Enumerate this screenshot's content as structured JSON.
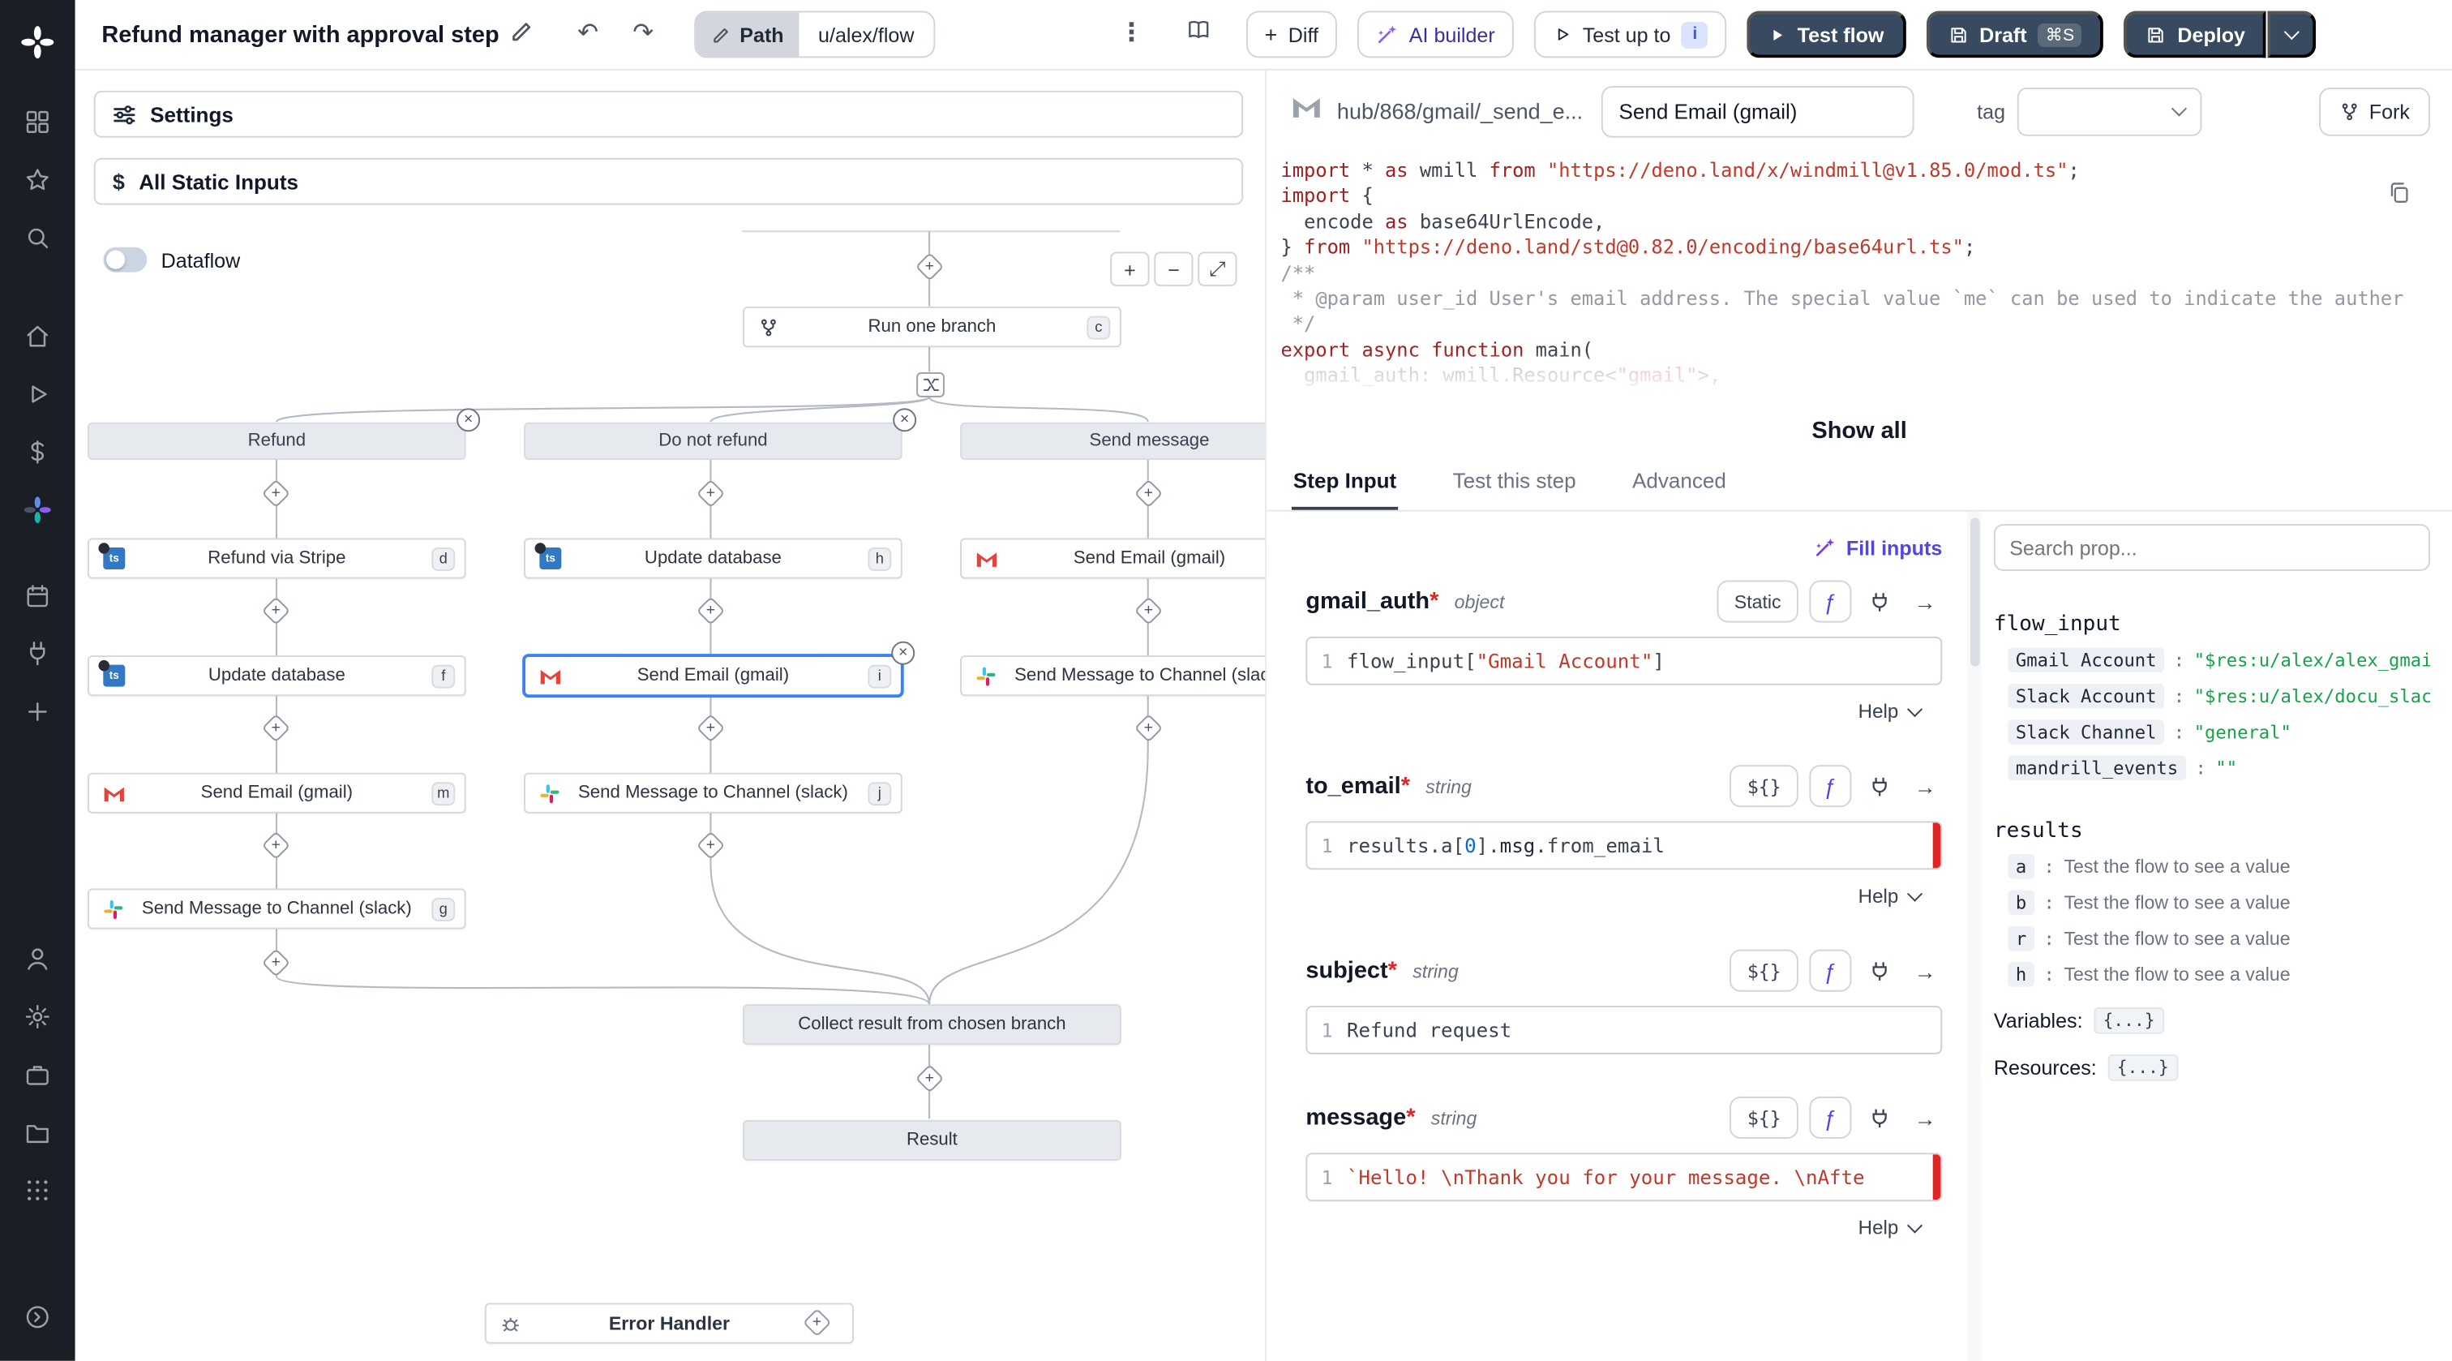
{
  "glyphs": {
    "undo": "↶",
    "redo": "↷",
    "kebab": "⋮",
    "close": "×",
    "plus": "+",
    "minus": "−",
    "expand": "⤢",
    "dollar": "$",
    "fn": "ƒ",
    "arrow": "→"
  },
  "topbar": {
    "title": "Refund manager with approval step",
    "path_label": "Path",
    "path_value": "u/alex/flow",
    "diff_label": "Diff",
    "ai_builder_label": "AI builder",
    "test_up_to_label": "Test up to",
    "test_up_to_badge": "i",
    "test_flow_label": "Test flow",
    "draft_label": "Draft",
    "draft_shortcut": "⌘S",
    "deploy_label": "Deploy"
  },
  "flow": {
    "settings_label": "Settings",
    "static_inputs_label": "All Static Inputs",
    "dataflow_label": "Dataflow",
    "branches": [
      {
        "label": "Refund"
      },
      {
        "label": "Do not refund"
      },
      {
        "label": "Send message"
      }
    ],
    "nodes": {
      "run_one": {
        "label": "Run one branch",
        "badge": "c"
      },
      "refund_stripe": {
        "label": "Refund via Stripe",
        "badge": "d"
      },
      "update_db_h": {
        "label": "Update database",
        "badge": "h"
      },
      "send_email_top": {
        "label": "Send Email (gmail)",
        "badge": ""
      },
      "update_db_f": {
        "label": "Update database",
        "badge": "f"
      },
      "send_email_i": {
        "label": "Send Email (gmail)",
        "badge": "i"
      },
      "send_slack_top": {
        "label": "Send Message to Channel (slack)",
        "badge": ""
      },
      "send_email_m": {
        "label": "Send Email (gmail)",
        "badge": "m"
      },
      "send_slack_j": {
        "label": "Send Message to Channel (slack)",
        "badge": "j"
      },
      "send_slack_g": {
        "label": "Send Message to Channel (slack)",
        "badge": "g"
      },
      "collect": {
        "label": "Collect result from chosen branch"
      },
      "result": {
        "label": "Result"
      },
      "error_handler": {
        "label": "Error Handler"
      }
    }
  },
  "editor": {
    "script_path": "hub/868/gmail/_send_e...",
    "summary_value": "Send Email (gmail)",
    "tag_label": "tag",
    "fork_label": "Fork",
    "show_all_label": "Show all",
    "code_lines": [
      [
        [
          "kw",
          "import"
        ],
        [
          "pn",
          " * "
        ],
        [
          "kw",
          "as"
        ],
        [
          "pn",
          " "
        ],
        [
          "id",
          "wmill"
        ],
        [
          "pn",
          " "
        ],
        [
          "kw",
          "from"
        ],
        [
          "pn",
          " "
        ],
        [
          "str",
          "\"https://deno.land/x/windmill@v1.85.0/mod.ts\""
        ],
        [
          "pn",
          ";"
        ]
      ],
      [
        [
          "kw",
          "import"
        ],
        [
          "pn",
          " {"
        ]
      ],
      [
        [
          "pn",
          "  "
        ],
        [
          "id",
          "encode"
        ],
        [
          "pn",
          " "
        ],
        [
          "kw",
          "as"
        ],
        [
          "pn",
          " "
        ],
        [
          "id",
          "base64UrlEncode"
        ],
        [
          "pn",
          ","
        ]
      ],
      [
        [
          "pn",
          "} "
        ],
        [
          "kw",
          "from"
        ],
        [
          "pn",
          " "
        ],
        [
          "str",
          "\"https://deno.land/std@0.82.0/encoding/base64url.ts\""
        ],
        [
          "pn",
          ";"
        ]
      ],
      [
        [
          "pn",
          ""
        ]
      ],
      [
        [
          "cm",
          "/**"
        ]
      ],
      [
        [
          "cm",
          " * @param user_id User's email address. The special value `me` can be used to indicate the auther"
        ]
      ],
      [
        [
          "cm",
          " */"
        ]
      ],
      [
        [
          "kw",
          "export"
        ],
        [
          "pn",
          " "
        ],
        [
          "kw",
          "async"
        ],
        [
          "pn",
          " "
        ],
        [
          "kw",
          "function"
        ],
        [
          "pn",
          " "
        ],
        [
          "id",
          "main"
        ],
        [
          "pn",
          "("
        ]
      ],
      [
        [
          "pn",
          "  "
        ],
        [
          "id",
          "gmail_auth"
        ],
        [
          "pn",
          ": "
        ],
        [
          "id",
          "wmill.Resource"
        ],
        [
          "pn",
          "<"
        ],
        [
          "str",
          "\"gmail\""
        ],
        [
          "pn",
          ">,"
        ]
      ]
    ]
  },
  "tabs": [
    {
      "label": "Step Input"
    },
    {
      "label": "Test this step"
    },
    {
      "label": "Advanced"
    }
  ],
  "step_input": {
    "fill_inputs_label": "Fill inputs",
    "required_mark": "*",
    "help_label": "Help",
    "fields": [
      {
        "name": "gmail_auth",
        "type": "object",
        "mode": "Static",
        "value": [
          [
            "id",
            "flow_input"
          ],
          [
            "pn",
            "["
          ],
          [
            "str",
            "\"Gmail Account\""
          ],
          [
            "pn",
            "]"
          ]
        ]
      },
      {
        "name": "to_email",
        "type": "string",
        "mode": "${}",
        "value": [
          [
            "id",
            "results.a"
          ],
          [
            "pn",
            "["
          ],
          [
            "num",
            "0"
          ],
          [
            "pn",
            "]"
          ],
          [
            "pn",
            "."
          ],
          [
            "err",
            "msg"
          ],
          [
            "pn",
            "."
          ],
          [
            "id",
            "from_email"
          ]
        ]
      },
      {
        "name": "subject",
        "type": "string",
        "mode": "${}",
        "value": [
          [
            "id",
            "Refund request"
          ]
        ]
      },
      {
        "name": "message",
        "type": "string",
        "mode": "${}",
        "value": [
          [
            "str",
            "`Hello! \\nThank you for your message. \\nAfte"
          ]
        ]
      }
    ]
  },
  "prop_picker": {
    "search_placeholder": "Search prop...",
    "flow_input_label": "flow_input",
    "flow_input_entries": [
      {
        "key": "Gmail Account",
        "value": "\"$res:u/alex/alex_gmail\""
      },
      {
        "key": "Slack Account",
        "value": "\"$res:u/alex/docu_slack\""
      },
      {
        "key": "Slack Channel",
        "value": "\"general\""
      },
      {
        "key": "mandrill_events",
        "value": "\"\""
      }
    ],
    "results_label": "results",
    "results_entries": [
      {
        "key": "a",
        "value": "Test the flow to see a value"
      },
      {
        "key": "b",
        "value": "Test the flow to see a value"
      },
      {
        "key": "r",
        "value": "Test the flow to see a value"
      },
      {
        "key": "h",
        "value": "Test the flow to see a value"
      }
    ],
    "variables_label": "Variables:",
    "variables_value": "{...}",
    "resources_label": "Resources:",
    "resources_value": "{...}"
  }
}
